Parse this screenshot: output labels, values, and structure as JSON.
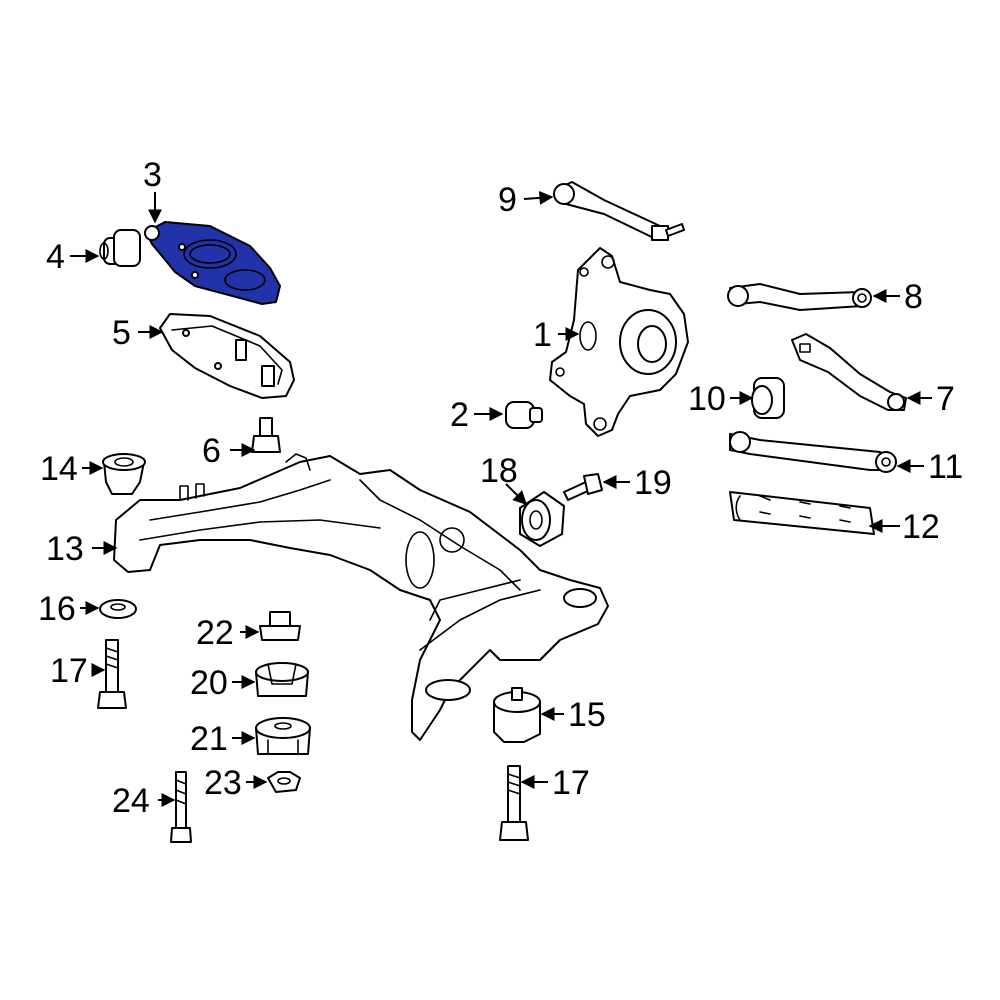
{
  "callouts": [
    {
      "num": "1"
    },
    {
      "num": "2"
    },
    {
      "num": "3"
    },
    {
      "num": "4"
    },
    {
      "num": "5"
    },
    {
      "num": "6"
    },
    {
      "num": "7"
    },
    {
      "num": "8"
    },
    {
      "num": "9"
    },
    {
      "num": "10"
    },
    {
      "num": "11"
    },
    {
      "num": "12"
    },
    {
      "num": "13"
    },
    {
      "num": "14"
    },
    {
      "num": "15"
    },
    {
      "num": "16"
    },
    {
      "num": "17"
    },
    {
      "num": "18"
    },
    {
      "num": "19"
    },
    {
      "num": "20"
    },
    {
      "num": "21"
    },
    {
      "num": "22"
    },
    {
      "num": "23"
    },
    {
      "num": "24"
    },
    {
      "num": "17"
    }
  ],
  "colors": {
    "highlight": "#2233aa",
    "line": "#000000",
    "background": "#ffffff"
  },
  "highlighted_part": "3"
}
